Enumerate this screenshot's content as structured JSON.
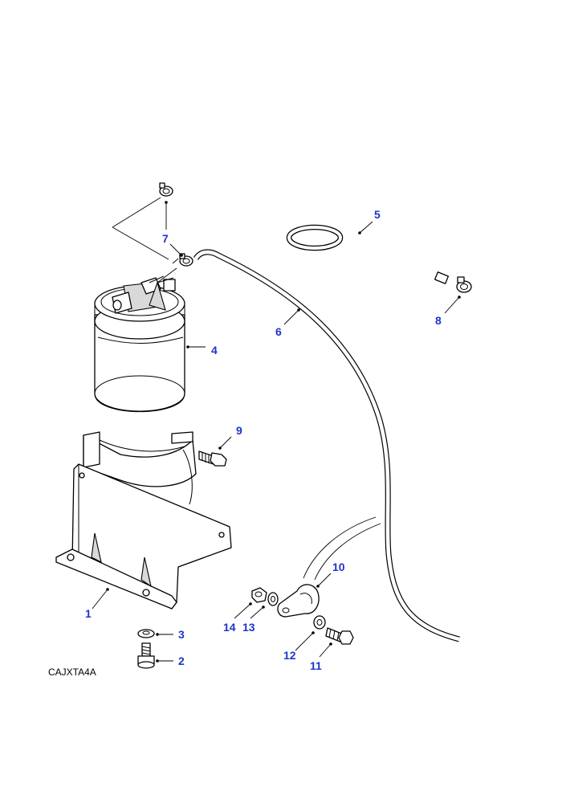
{
  "drawing_ref": "CAJXTA4A",
  "callouts": [
    {
      "id": "1",
      "label": "1"
    },
    {
      "id": "2",
      "label": "2"
    },
    {
      "id": "3",
      "label": "3"
    },
    {
      "id": "4",
      "label": "4"
    },
    {
      "id": "5",
      "label": "5"
    },
    {
      "id": "6",
      "label": "6"
    },
    {
      "id": "7",
      "label": "7"
    },
    {
      "id": "8",
      "label": "8"
    },
    {
      "id": "9",
      "label": "9"
    },
    {
      "id": "10",
      "label": "10"
    },
    {
      "id": "11",
      "label": "11"
    },
    {
      "id": "12",
      "label": "12"
    },
    {
      "id": "13",
      "label": "13"
    },
    {
      "id": "14",
      "label": "14"
    }
  ],
  "colors": {
    "callout": "#1f35c8",
    "line": "#000000",
    "shade": "#d9d9d9"
  }
}
